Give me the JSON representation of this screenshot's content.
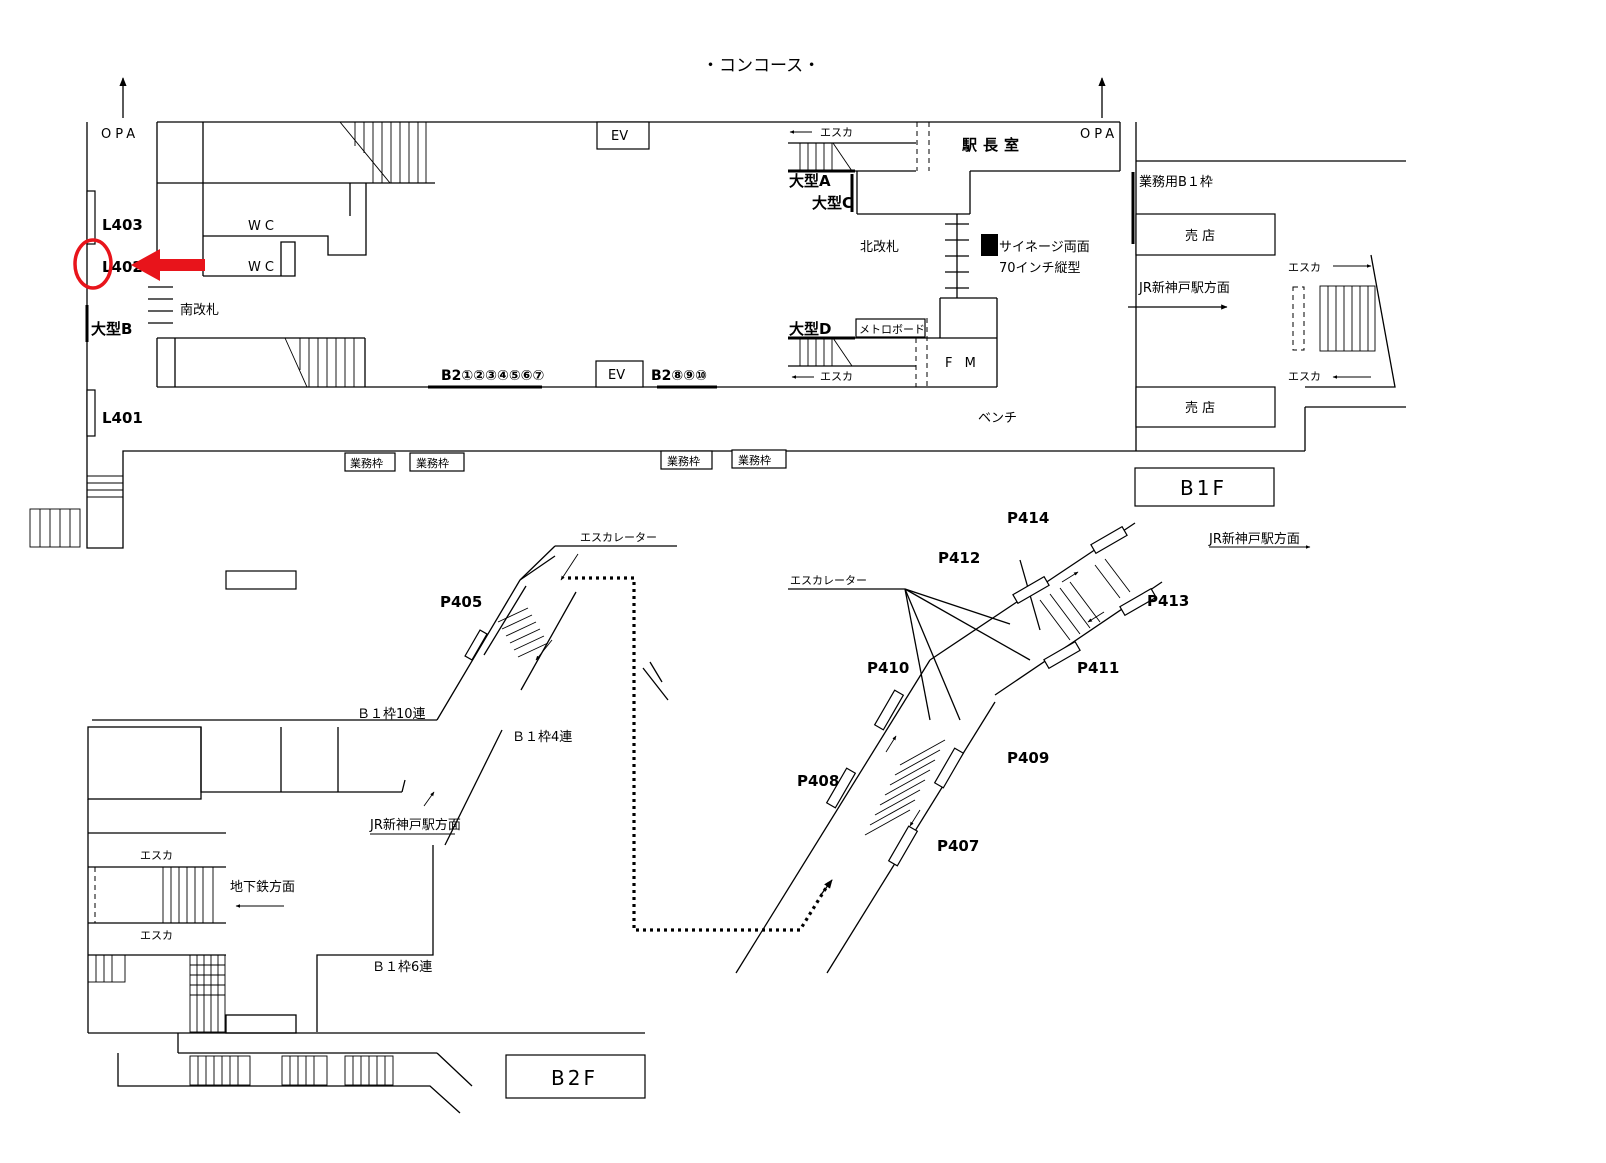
{
  "title": "・コンコース・",
  "b1f": {
    "floor_label": "B1F",
    "opa_left": "OPA",
    "opa_right": "OPA",
    "ev_top": "EV",
    "ev_bottom": "EV",
    "wc_1": "WC",
    "wc_2": "WC",
    "south_gate": "南改札",
    "north_gate": "北改札",
    "station_master": "駅長室",
    "esca_1": "エスカ",
    "esca_2": "エスカ",
    "esca_3": "エスカ",
    "esca_4": "エスカ",
    "large_a": "大型A",
    "large_b": "大型B",
    "large_c": "大型C",
    "large_d": "大型D",
    "metro_board": "メトロボード",
    "fm": "F M",
    "signage_1": "サイネージ両面",
    "signage_2": "70インチ縦型",
    "b2_group_1": "B2①②③④⑤⑥⑦",
    "b2_group_2": "B2⑧⑨⑩",
    "business_b1": "業務用B１枠",
    "shop_1": "売 店",
    "shop_2": "売 店",
    "jr_direction": "JR新神戸駅方面",
    "bench": "ベンチ",
    "business_1": "業務枠",
    "business_2": "業務枠",
    "business_3": "業務枠",
    "business_4": "業務枠",
    "l403": "L403",
    "l402": "L402",
    "l401": "L401"
  },
  "b2f": {
    "floor_label": "B2F",
    "escalator_1": "エスカレーター",
    "escalator_2": "エスカレーター",
    "p405": "P405",
    "p407": "P407",
    "p408": "P408",
    "p409": "P409",
    "p410": "P410",
    "p411": "P411",
    "p412": "P412",
    "p413": "P413",
    "p414": "P414",
    "b1_10": "Ｂ１枠10連",
    "b1_4": "Ｂ１枠4連",
    "b1_6": "Ｂ１枠6連",
    "jr_direction_1": "JR新神戸駅方面",
    "jr_direction_2": "JR新神戸駅方面",
    "esca_1": "エスカ",
    "esca_2": "エスカ",
    "subway_direction": "地下鉄方面"
  },
  "colors": {
    "highlight": "#e8141b",
    "line": "#000000"
  }
}
